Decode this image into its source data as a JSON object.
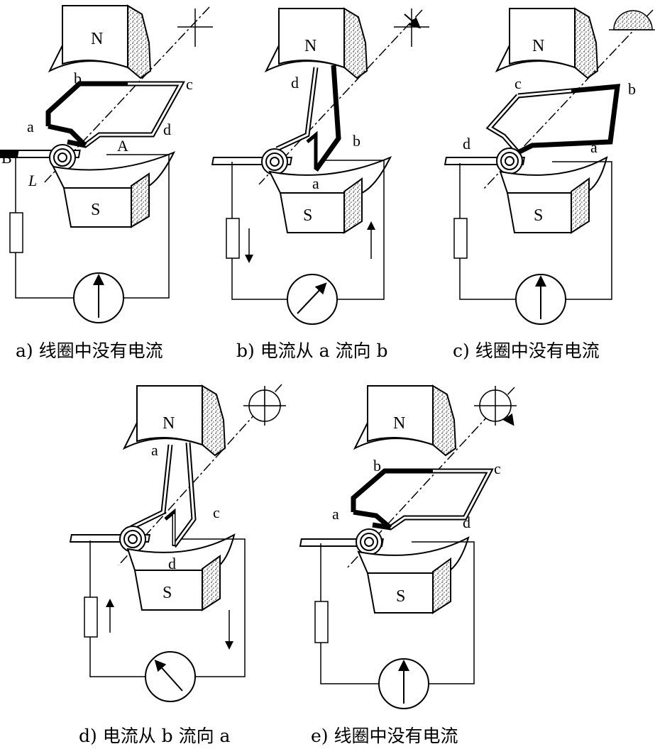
{
  "panels": [
    {
      "caption": "a) 线圈中没有电流",
      "north": "N",
      "south": "S",
      "labels": {
        "a": "a",
        "b": "b",
        "c": "c",
        "d": "d",
        "A": "A",
        "B": "B",
        "L": "L"
      },
      "meter": "up"
    },
    {
      "caption": "b) 电流从 a 流向 b",
      "north": "N",
      "south": "S",
      "labels": {
        "a": "a",
        "b": "b",
        "d": "d"
      },
      "meter": "right"
    },
    {
      "caption": "c) 线圈中没有电流",
      "north": "N",
      "south": "S",
      "labels": {
        "a": "a",
        "b": "b",
        "c": "c",
        "d": "d"
      },
      "meter": "up"
    },
    {
      "caption": "d) 电流从 b 流向 a",
      "north": "N",
      "south": "S",
      "labels": {
        "a": "a",
        "c": "c",
        "d": "d"
      },
      "meter": "left"
    },
    {
      "caption": "e)  线圈中没有电流",
      "north": "N",
      "south": "S",
      "labels": {
        "a": "a",
        "b": "b",
        "c": "c",
        "d": "d"
      },
      "meter": "up"
    }
  ],
  "colors": {
    "ink": "#000000",
    "paper": "#ffffff",
    "stipple": "#444444"
  }
}
